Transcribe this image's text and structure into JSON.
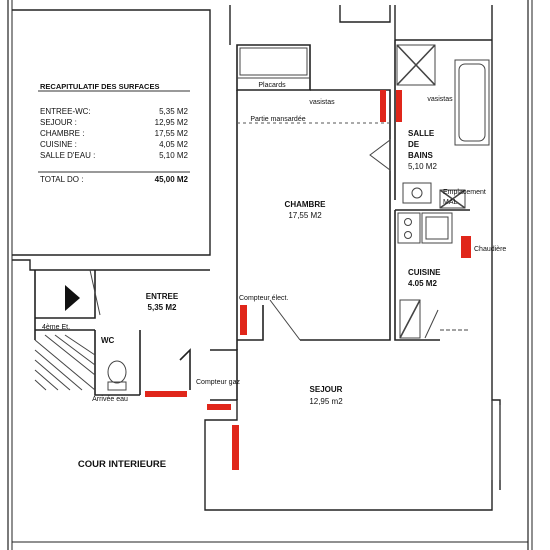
{
  "summary": {
    "title": "RECAPITULATIF DES SURFACES",
    "rows": [
      {
        "label": "ENTREE-WC:",
        "value": "5,35 M2"
      },
      {
        "label": "SEJOUR :",
        "value": "12,95 M2"
      },
      {
        "label": "CHAMBRE :",
        "value": "17,55 M2"
      },
      {
        "label": "CUISINE :",
        "value": "4,05 M2"
      },
      {
        "label": "SALLE D'EAU :",
        "value": "5,10 M2"
      }
    ],
    "total_label": "TOTAL DO :",
    "total_value": "45,00 M2"
  },
  "rooms": {
    "chambre": {
      "name": "CHAMBRE",
      "area": "17,55 M2"
    },
    "entree": {
      "name": "ENTREE",
      "area": "5,35 M2"
    },
    "sejour": {
      "name": "SEJOUR",
      "area": "12,95 m2"
    },
    "salle_de_bains": {
      "line1": "SALLE",
      "line2": "DE",
      "line3": "BAINS",
      "area": "5,10 M2"
    },
    "cuisine": {
      "name": "CUISINE",
      "area": "4.05 M2"
    },
    "wc": {
      "name": "WC"
    },
    "cour": {
      "name": "COUR INTERIEURE"
    }
  },
  "annotations": {
    "placards": "Placards",
    "vasistas_left": "vasistas",
    "vasistas_right": "vasistas",
    "partie_mansardee": "Partie mansardée",
    "emplacement": "Emplacement",
    "mal": "MAL",
    "chaudiere": "Chaudière",
    "compteur_elec": "Compteur élect.",
    "compteur_gaz": "Compteur gaz",
    "etage": "4ème Et.",
    "arrivee_eau": "Arrivée eau"
  },
  "colors": {
    "wall": "#222222",
    "highlight": "#e0261a"
  }
}
